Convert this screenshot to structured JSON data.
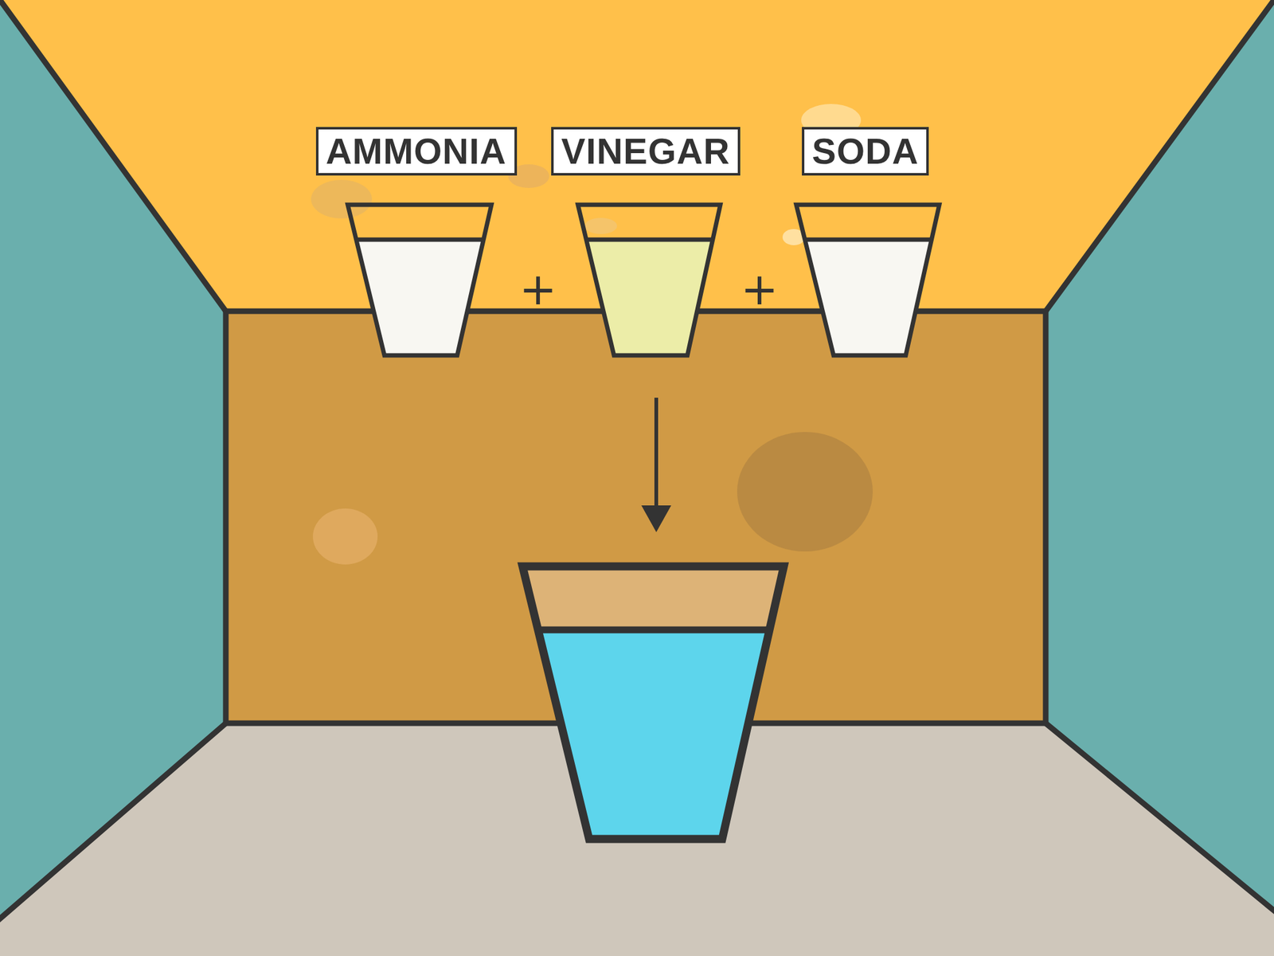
{
  "diagram": {
    "nodes": [
      {
        "text": [
          "AMMONIA"
        ]
      },
      {
        "text": [
          "VINEGAR"
        ]
      },
      {
        "text": [
          "SODA"
        ]
      }
    ],
    "labels": [
      "+",
      "+"
    ]
  }
}
